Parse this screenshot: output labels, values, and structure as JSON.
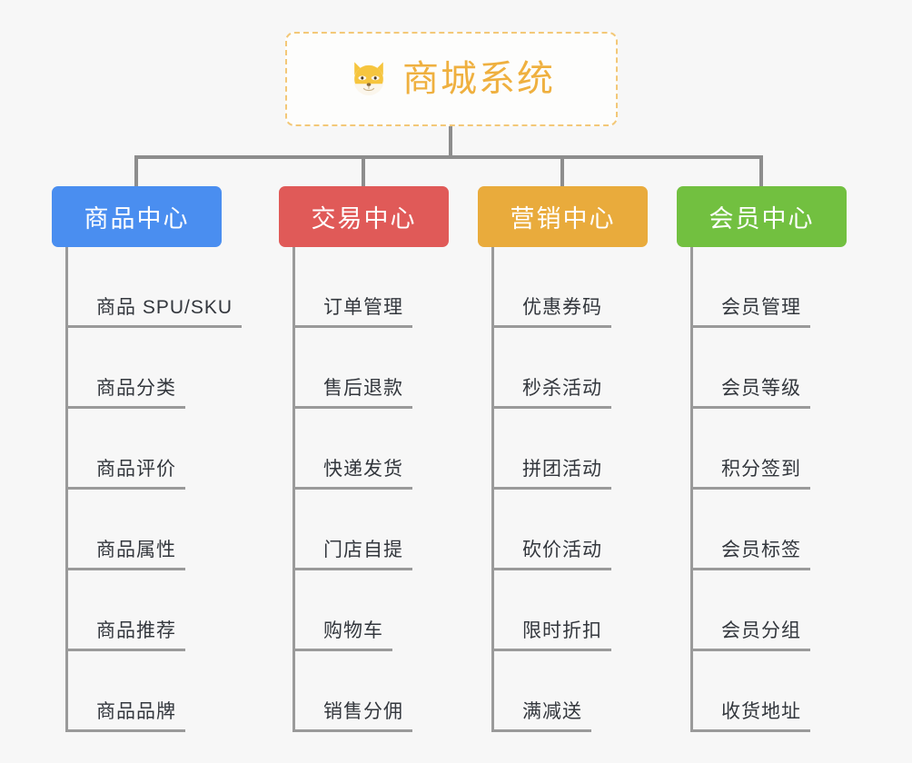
{
  "diagram": {
    "background_color": "#f7f7f7",
    "line_color": "#8d8d8d",
    "root": {
      "title": "商城系统",
      "icon": "shiba-dog-face-emoji",
      "text_color": "#efb03f",
      "border_color": "#f3c878",
      "background_color": "#fdfdfc"
    },
    "branches": [
      {
        "label": "商品中心",
        "color": "#4a8ef0",
        "items": [
          "商品 SPU/SKU",
          "商品分类",
          "商品评价",
          "商品属性",
          "商品推荐",
          "商品品牌"
        ]
      },
      {
        "label": "交易中心",
        "color": "#e05a58",
        "items": [
          "订单管理",
          "售后退款",
          "快递发货",
          "门店自提",
          "购物车",
          "销售分佣"
        ]
      },
      {
        "label": "营销中心",
        "color": "#e9ab3c",
        "items": [
          "优惠券码",
          "秒杀活动",
          "拼团活动",
          "砍价活动",
          "限时折扣",
          "满减送"
        ]
      },
      {
        "label": "会员中心",
        "color": "#72c040",
        "items": [
          "会员管理",
          "会员等级",
          "积分签到",
          "会员标签",
          "会员分组",
          "收货地址"
        ]
      }
    ]
  }
}
